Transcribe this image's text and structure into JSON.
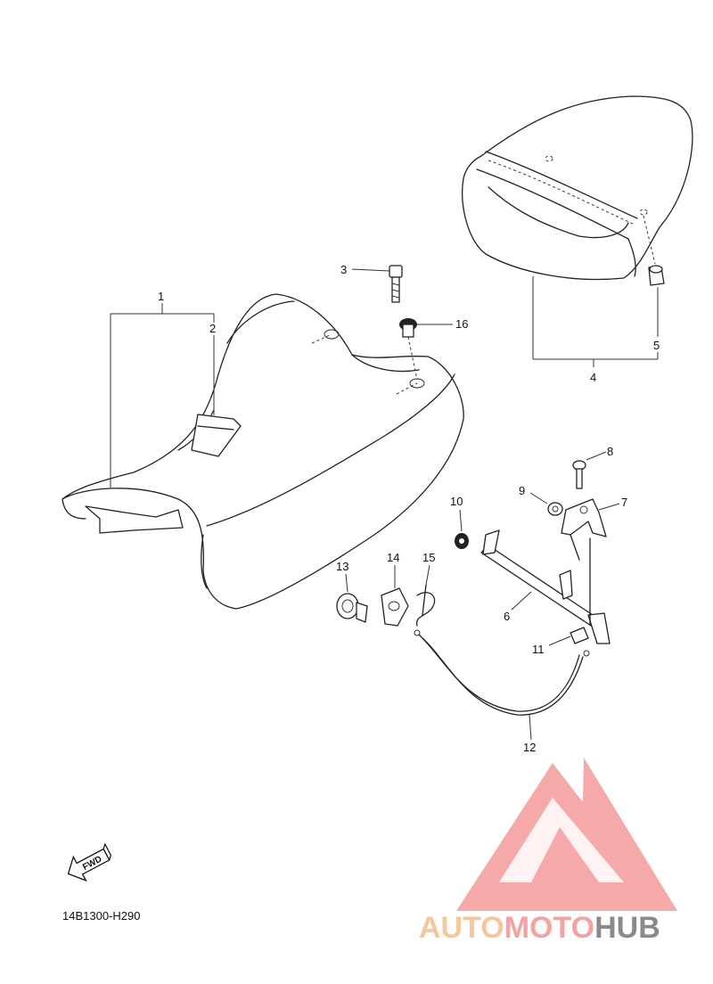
{
  "diagram_code": "14B1300-H290",
  "fwd_label": "FWD",
  "watermark": {
    "segments": [
      "AUTO",
      "MOTO",
      "HUB"
    ],
    "colors": [
      "#f5c79a",
      "#f3a3a3",
      "#8a8a8a"
    ],
    "logo_color": "#f4a0a0"
  },
  "callouts": [
    "1",
    "2",
    "3",
    "4",
    "5",
    "6",
    "7",
    "8",
    "9",
    "10",
    "11",
    "12",
    "13",
    "14",
    "15",
    "16"
  ]
}
